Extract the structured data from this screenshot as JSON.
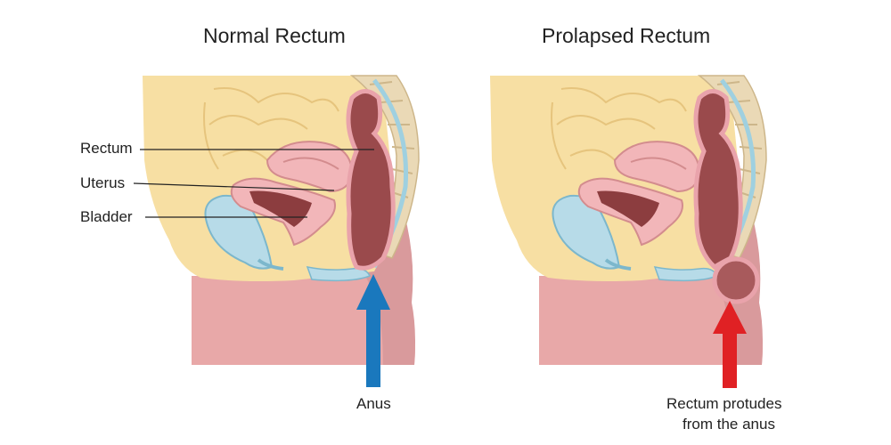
{
  "panels": {
    "left": {
      "title": "Normal Rectum"
    },
    "right": {
      "title": "Prolapsed Rectum"
    }
  },
  "labels": {
    "rectum": "Rectum",
    "uterus": "Uterus",
    "bladder": "Bladder",
    "anus": "Anus",
    "protrudes_line1": "Rectum protudes",
    "protrudes_line2": "from the anus"
  },
  "colors": {
    "skin": "#e8a8a8",
    "skin_dark": "#d38c8e",
    "fat": "#f7dfa3",
    "intestine_outline": "#e6c47d",
    "spine": "#ead9b6",
    "rectum_fill": "#9a4a4c",
    "rectum_wall": "#e9a3ab",
    "bladder_fill": "#b7dbe8",
    "bladder_outline": "#7cb7cc",
    "uterus_fill": "#f2b6b9",
    "uterus_inner": "#8c3d3f",
    "arrow_blue": "#1a78bd",
    "arrow_red": "#e02124"
  }
}
